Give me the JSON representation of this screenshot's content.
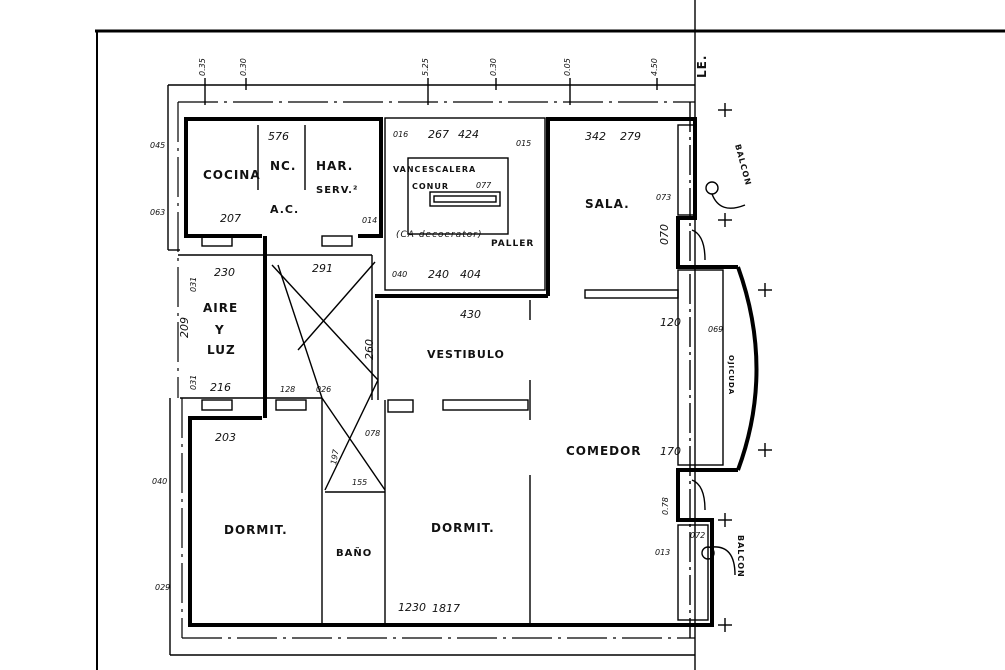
{
  "plan": {
    "property_line_label": "LE.",
    "rooms": {
      "cocina": "COCINA",
      "nc": "NC.",
      "har": "HAR.",
      "serv": "SERV.²",
      "ac": "A.C.",
      "escalera": "ESCALERA",
      "vanc": "VANC",
      "conur": "CONUR",
      "decorator": "(CA decoerator)",
      "paller": "PALLER",
      "sala": "SALA.",
      "aire": "AIRE",
      "y": "Y",
      "luz": "LUZ",
      "vestibulo": "VESTIBULO",
      "comedor": "COMEDOR",
      "dormit_left": "DORMIT.",
      "dormit_center": "DORMIT.",
      "bano": "BAÑO",
      "balcon_top": "BALCON",
      "balcon_bottom": "BALCON",
      "mirador": "OJICUDA"
    },
    "top_dims": [
      "0.35",
      "0.30",
      "5.25",
      "0.30",
      "0.05",
      "4.50"
    ],
    "dims": {
      "d576": "576",
      "d207": "207",
      "d014": "014",
      "d016": "016",
      "d267": "267",
      "d424": "424",
      "d015": "015",
      "d077": "077",
      "d342": "342",
      "d279": "279",
      "d073": "073",
      "d070": "070",
      "d040": "040",
      "d240": "240",
      "d404": "404",
      "d430": "430",
      "d230": "230",
      "d291": "291",
      "d216": "216",
      "d128": "128",
      "d026": "026",
      "d203": "203",
      "d155": "155",
      "d120": "120",
      "d170": "170",
      "d1230": "1230",
      "d1817": "1817",
      "d260": "260",
      "d197": "197",
      "d078": "078",
      "d045": "045",
      "d063": "063",
      "d031a": "031",
      "d031b": "031",
      "d209": "209",
      "d040b": "040",
      "d029": "029",
      "d069": "069",
      "d013": "013",
      "d072": "072",
      "d078b": "0.78"
    }
  }
}
